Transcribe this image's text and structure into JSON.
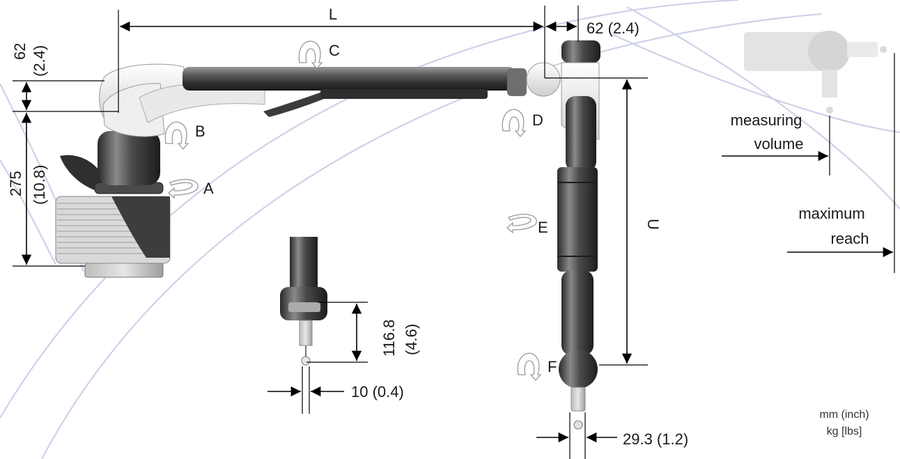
{
  "dimensions": {
    "arm_length_label": "L",
    "top_offset": "62 (2.4)",
    "left_offset_mm": "62",
    "left_offset_in": "(2.4)",
    "base_height_mm": "275",
    "base_height_in": "(10.8)",
    "upper_arm_label": "U",
    "probe_head_height_mm": "116.8",
    "probe_head_height_in": "(4.6)",
    "probe_diameter": "10 (0.4)",
    "tip_diameter": "29.3 (1.2)"
  },
  "rotation_axes": {
    "a": "A",
    "b": "B",
    "c": "C",
    "d": "D",
    "e": "E",
    "f": "F"
  },
  "legend": {
    "measuring_line1": "measuring",
    "measuring_line2": "volume",
    "reach_line1": "maximum",
    "reach_line2": "reach"
  },
  "units": {
    "line1": "mm (inch)",
    "line2": "kg [lbs]"
  },
  "colors": {
    "arm_dark": "#3a3a3a",
    "arm_highlight": "#7a7a7a",
    "shell_white": "#f2f2f2",
    "swoosh": "#c9cde6"
  }
}
